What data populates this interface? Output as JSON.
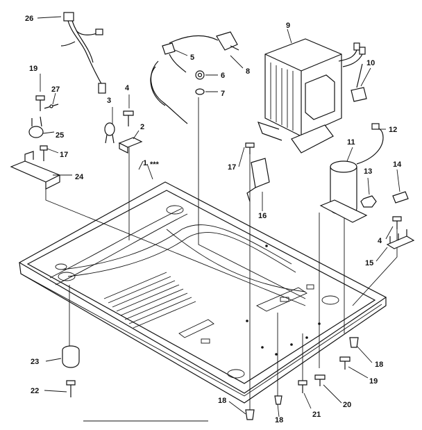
{
  "diagram": {
    "callouts": [
      "1",
      "2",
      "3",
      "4",
      "4",
      "5",
      "6",
      "7",
      "8",
      "9",
      "10",
      "11",
      "12",
      "13",
      "14",
      "15",
      "16",
      "17",
      "17",
      "18",
      "18",
      "18",
      "19",
      "19",
      "20",
      "21",
      "22",
      "23",
      "24",
      "25",
      "26",
      "27"
    ],
    "assembly_mark": "***"
  }
}
